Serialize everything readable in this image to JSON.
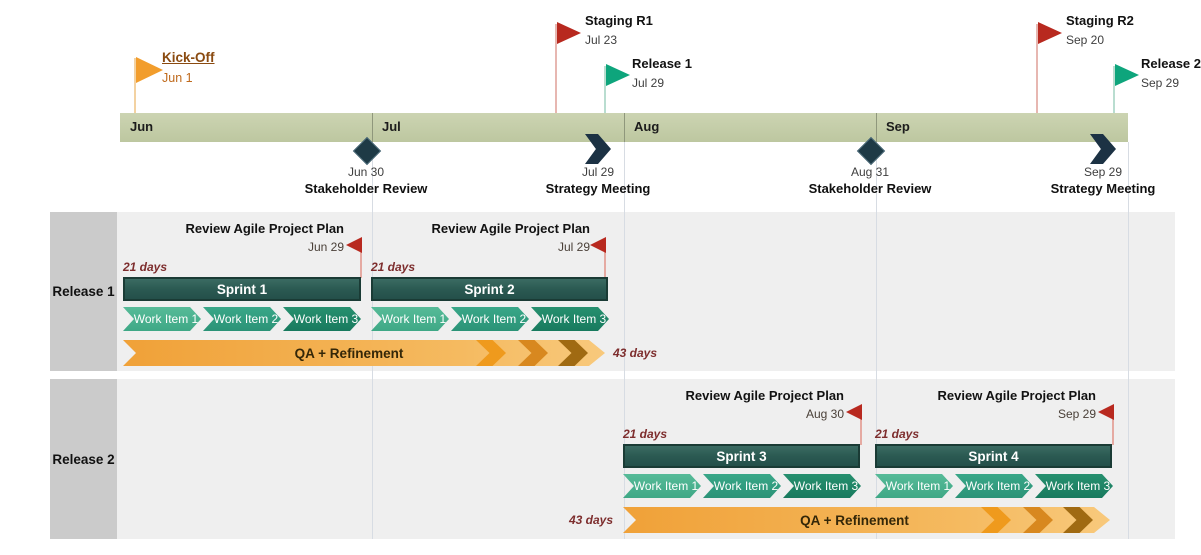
{
  "months": [
    "Jun",
    "Jul",
    "Aug",
    "Sep"
  ],
  "top_milestones": [
    {
      "name": "Kick-Off",
      "date": "Jun 1",
      "flag_color": "orange"
    },
    {
      "name": "Staging R1",
      "date": "Jul 23",
      "flag_color": "red"
    },
    {
      "name": "Release 1",
      "date": "Jul 29",
      "flag_color": "green"
    },
    {
      "name": "Staging R2",
      "date": "Sep 20",
      "flag_color": "red"
    },
    {
      "name": "Release 2",
      "date": "Sep 29",
      "flag_color": "green"
    }
  ],
  "band_milestones": [
    {
      "date": "Jun 30",
      "name": "Stakeholder Review",
      "shape": "diamond"
    },
    {
      "date": "Jul 29",
      "name": "Strategy Meeting",
      "shape": "chevron"
    },
    {
      "date": "Aug 31",
      "name": "Stakeholder Review",
      "shape": "diamond"
    },
    {
      "date": "Sep 29",
      "name": "Strategy Meeting",
      "shape": "chevron"
    }
  ],
  "lanes": [
    {
      "label": "Release 1",
      "reviews": [
        {
          "title": "Review Agile Project Plan",
          "date": "Jun 29"
        },
        {
          "title": "Review Agile Project Plan",
          "date": "Jul 29"
        }
      ],
      "sprints": [
        {
          "duration": "21 days",
          "label": "Sprint 1",
          "work_items": [
            "Work Item 1",
            "Work Item 2",
            "Work Item 3"
          ]
        },
        {
          "duration": "21 days",
          "label": "Sprint 2",
          "work_items": [
            "Work Item 1",
            "Work Item 2",
            "Work Item 3"
          ]
        }
      ],
      "qa": {
        "label": "QA + Refinement",
        "duration": "43 days",
        "duration_side": "right"
      }
    },
    {
      "label": "Release 2",
      "reviews": [
        {
          "title": "Review Agile Project Plan",
          "date": "Aug 30"
        },
        {
          "title": "Review Agile Project Plan",
          "date": "Sep 29"
        }
      ],
      "sprints": [
        {
          "duration": "21 days",
          "label": "Sprint 3",
          "work_items": [
            "Work Item 1",
            "Work Item 2",
            "Work Item 3"
          ]
        },
        {
          "duration": "21 days",
          "label": "Sprint 4",
          "work_items": [
            "Work Item 1",
            "Work Item 2",
            "Work Item 3"
          ]
        }
      ],
      "qa": {
        "label": "QA + Refinement",
        "duration": "43 days",
        "duration_side": "left"
      }
    }
  ],
  "colors": {
    "band": "#c6cfac",
    "sprint_bar": "#2b5a52",
    "work_item_1": "#4db391",
    "work_item_2": "#2f9c80",
    "work_item_3": "#1f8567",
    "qa_ribbon": "#f3ab47",
    "flag_red": "#b8291f",
    "flag_green": "#0ea57c",
    "flag_orange": "#f29d2c",
    "band_marker": "#1e3a46",
    "duration_text": "#7d2d2d"
  }
}
